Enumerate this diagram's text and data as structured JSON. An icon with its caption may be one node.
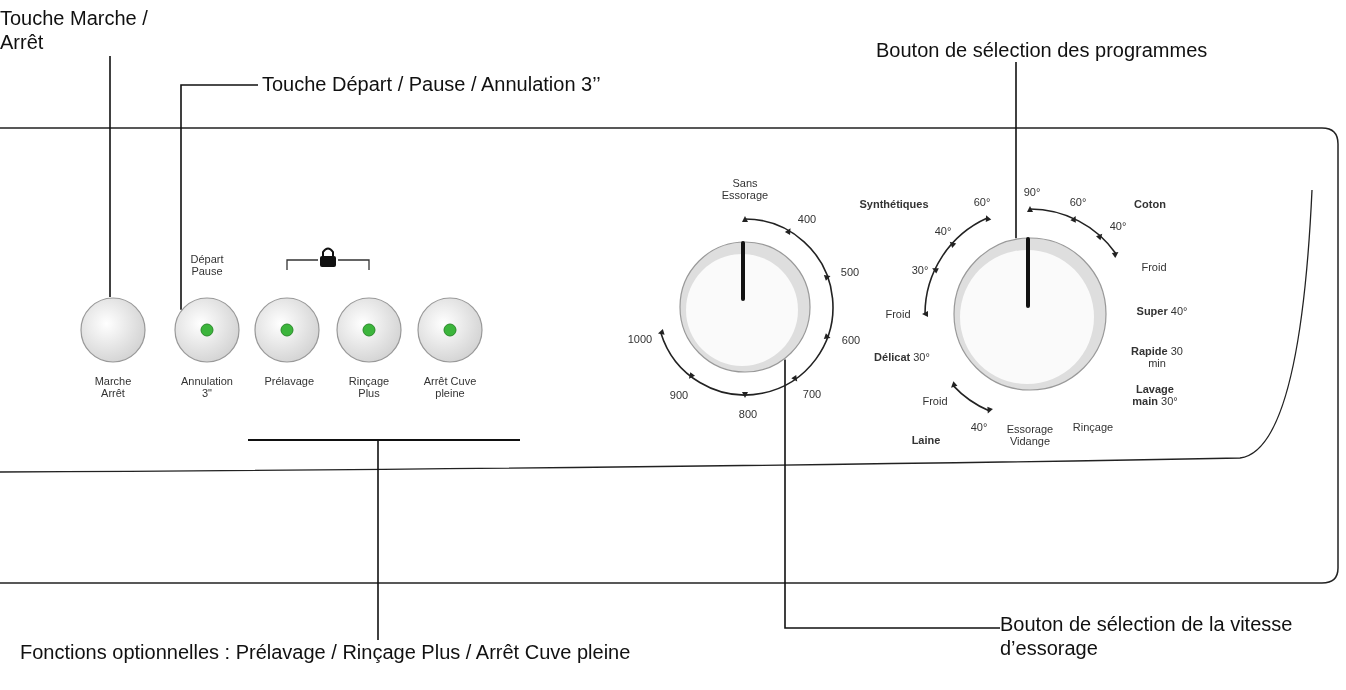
{
  "diagram": {
    "nodes": [
      {
        "text": [
          "Touche Marche / Arrêt"
        ]
      },
      {
        "text": [
          "Touche Départ / Pause / Annulation 3’’"
        ]
      },
      {
        "text": [
          "Bouton de sélection des programmes"
        ]
      },
      {
        "text": [
          "Fonctions optionnelles : Prélavage / Rinçage Plus / Arrêt Cuve pleine"
        ]
      },
      {
        "text": [
          "Bouton de sélection de la vitesse d’essorage"
        ]
      },
      {
        "text": [],
        "shape": "circle",
        "beside": [
          "Marche Arrêt"
        ]
      },
      {
        "text": [],
        "shape": "circle",
        "beside": [
          "Départ Pause",
          "Annulation 3\""
        ]
      },
      {
        "text": [],
        "shape": "circle",
        "beside": [
          "Prélavage"
        ]
      },
      {
        "text": [],
        "shape": "circle",
        "beside": [
          "Rinçage Plus"
        ]
      },
      {
        "text": [],
        "shape": "circle",
        "beside": [
          "Arrêt Cuve pleine"
        ]
      },
      {
        "text": [],
        "shape": "bar"
      },
      {
        "text": [],
        "shape": "circle",
        "beside": [
          "Sans Essorage",
          "400",
          "500",
          "600",
          "700",
          "800",
          "900",
          "1000"
        ]
      },
      {
        "text": [],
        "shape": "circle",
        "beside": [
          "Synthétiques",
          "60°",
          "40°",
          "30°",
          "Froid",
          "90°",
          "60°",
          "Coton",
          "40°",
          "Froid",
          "**Super** 40°",
          "**Rapide** 30 min",
          "**Lavage main** 30°",
          "Rinçage",
          "Essorage Vidange",
          "40°",
          "Froid",
          "Laine",
          "**Délicat** 30°"
        ]
      }
    ],
    "edges": [
      {
        "from": 0,
        "to": 5,
        "arrow": "none"
      },
      {
        "from": 1,
        "to": 6,
        "arrow": "none"
      },
      {
        "from": 2,
        "to": 12,
        "arrow": "none"
      },
      {
        "from": 3,
        "to": 10,
        "arrow": "none"
      },
      {
        "from": 4,
        "to": 11,
        "arrow": "none"
      }
    ]
  }
}
